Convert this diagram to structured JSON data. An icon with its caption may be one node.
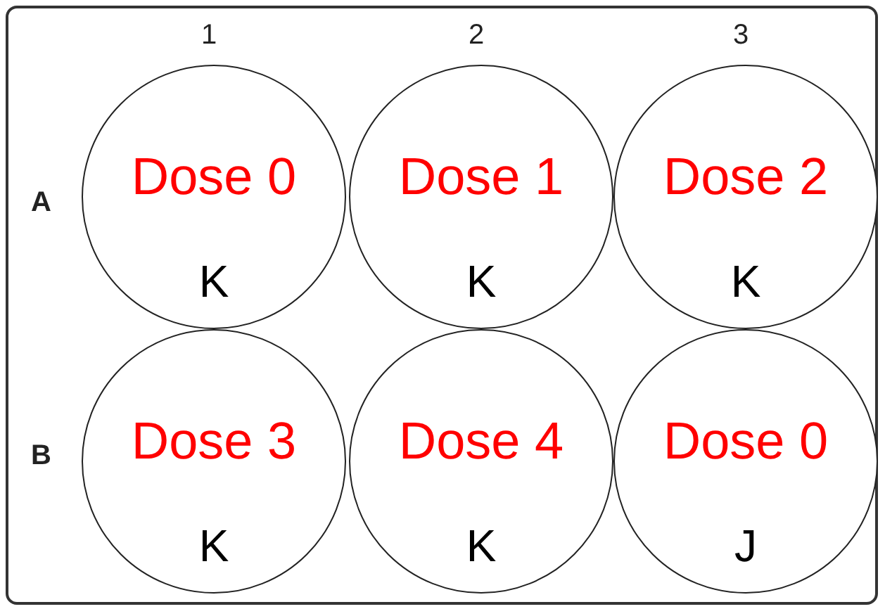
{
  "diagram": {
    "nodes": [
      {
        "text": [],
        "shape": "box"
      },
      {
        "text": [
          "Dose 0",
          "K"
        ],
        "in": 0
      },
      {
        "text": [
          "Dose 1",
          "K"
        ],
        "in": 0
      },
      {
        "text": [
          "Dose 2",
          "K"
        ],
        "in": 0
      },
      {
        "text": [
          "Dose 3",
          "K"
        ],
        "in": 0
      },
      {
        "text": [
          "Dose 4",
          "K"
        ],
        "in": 0
      },
      {
        "text": [
          "Dose 0",
          "J"
        ],
        "in": 0
      }
    ],
    "labels": [
      "1",
      "2",
      "3",
      "A",
      "B"
    ]
  }
}
